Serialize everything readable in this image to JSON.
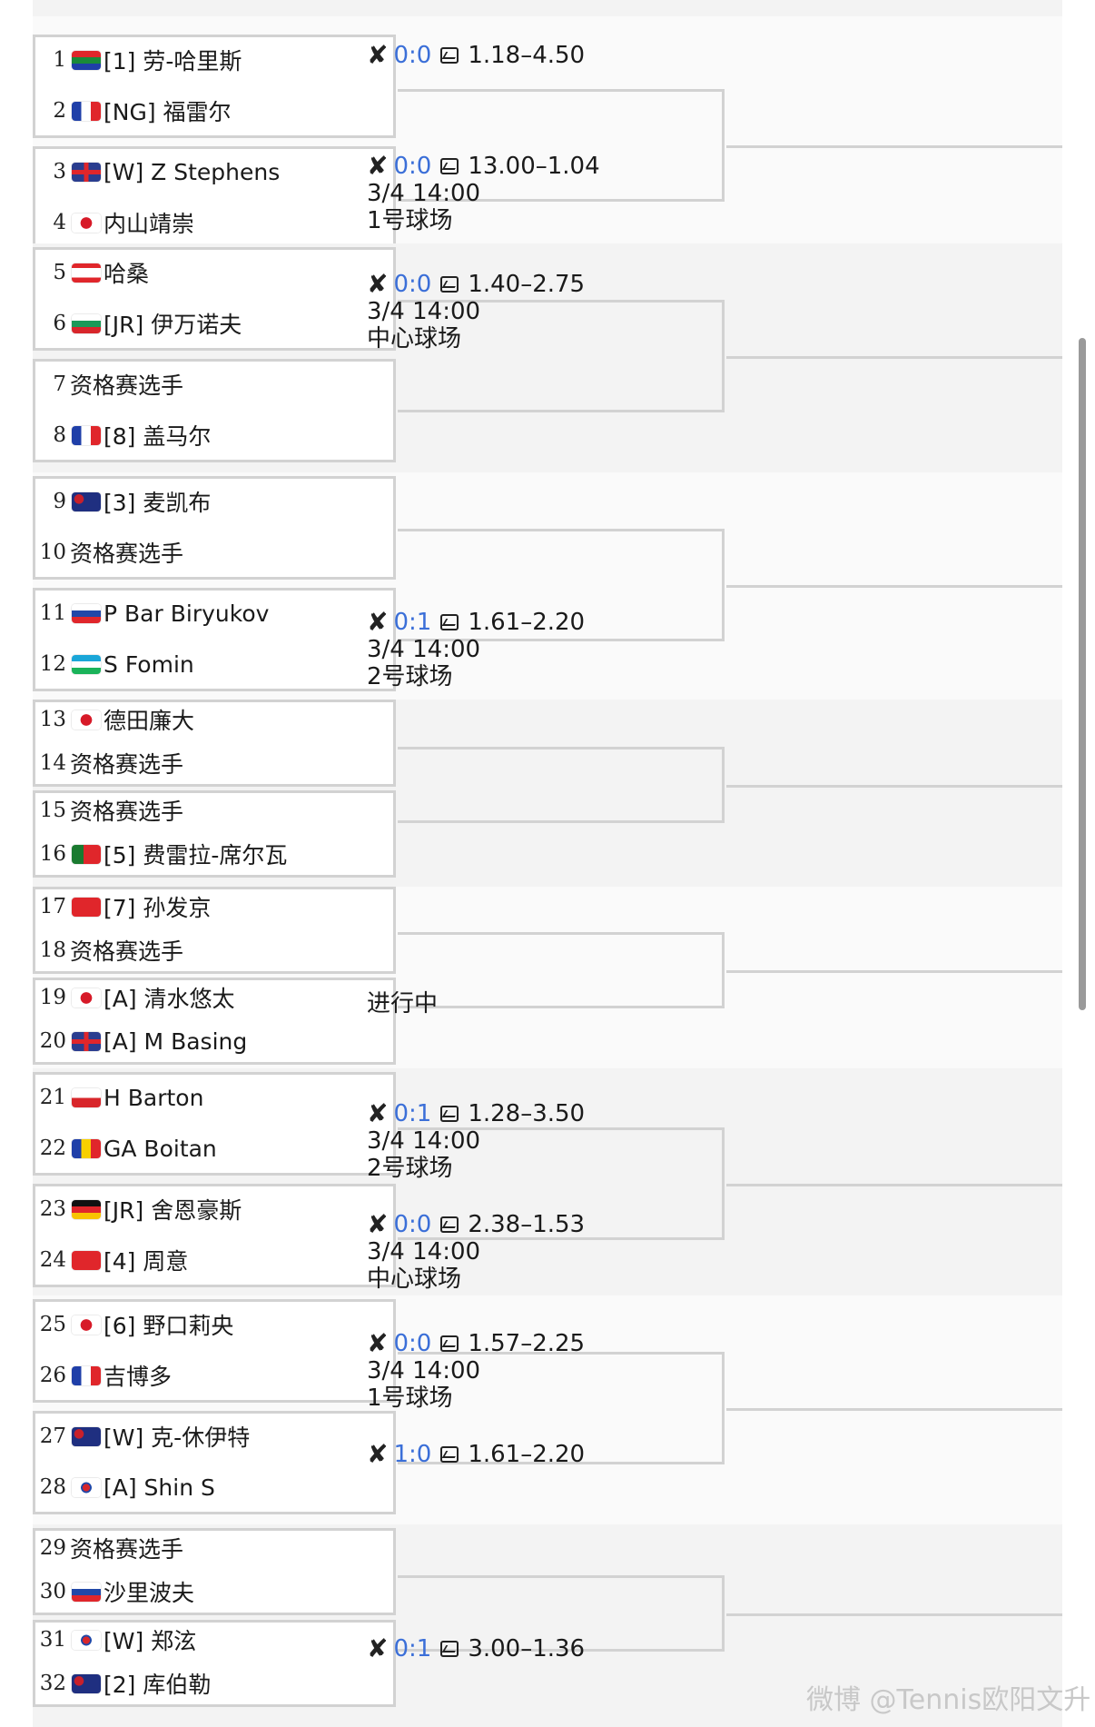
{
  "draw": {
    "matches": [
      {
        "p1": {
          "seed": "1",
          "name": "[1] 劳-哈里斯",
          "flag": "za"
        },
        "p2": {
          "seed": "2",
          "name": "[NG] 福雷尔",
          "flag": "fr"
        }
      },
      {
        "p1": {
          "seed": "3",
          "name": "[W] Z Stephens",
          "flag": "gb"
        },
        "p2": {
          "seed": "4",
          "name": " 内山靖崇",
          "flag": "jp"
        }
      },
      {
        "p1": {
          "seed": "5",
          "name": " 哈桑",
          "flag": "lb"
        },
        "p2": {
          "seed": "6",
          "name": "[JR] 伊万诺夫",
          "flag": "bg"
        }
      },
      {
        "p1": {
          "seed": "7",
          "name": "资格赛选手",
          "flag": ""
        },
        "p2": {
          "seed": "8",
          "name": "[8] 盖马尔",
          "flag": "fr"
        }
      },
      {
        "p1": {
          "seed": "9",
          "name": "[3] 麦凯布",
          "flag": "au"
        },
        "p2": {
          "seed": "10",
          "name": "资格赛选手",
          "flag": ""
        }
      },
      {
        "p1": {
          "seed": "11",
          "name": " P Bar Biryukov",
          "flag": "ru"
        },
        "p2": {
          "seed": "12",
          "name": " S Fomin",
          "flag": "uz"
        }
      },
      {
        "p1": {
          "seed": "13",
          "name": " 德田廉大",
          "flag": "jp"
        },
        "p2": {
          "seed": "14",
          "name": "资格赛选手",
          "flag": ""
        }
      },
      {
        "p1": {
          "seed": "15",
          "name": "资格赛选手",
          "flag": ""
        },
        "p2": {
          "seed": "16",
          "name": "[5] 费雷拉-席尔瓦",
          "flag": "pt"
        }
      },
      {
        "p1": {
          "seed": "17",
          "name": "[7] 孙发京",
          "flag": "cn"
        },
        "p2": {
          "seed": "18",
          "name": "资格赛选手",
          "flag": ""
        }
      },
      {
        "p1": {
          "seed": "19",
          "name": "[A] 清水悠太",
          "flag": "jp"
        },
        "p2": {
          "seed": "20",
          "name": "[A] M Basing",
          "flag": "gb"
        }
      },
      {
        "p1": {
          "seed": "21",
          "name": " H Barton",
          "flag": "cz"
        },
        "p2": {
          "seed": "22",
          "name": " GA Boitan",
          "flag": "ro"
        }
      },
      {
        "p1": {
          "seed": "23",
          "name": "[JR] 舍恩豪斯",
          "flag": "de"
        },
        "p2": {
          "seed": "24",
          "name": "[4] 周意",
          "flag": "cn"
        }
      },
      {
        "p1": {
          "seed": "25",
          "name": "[6] 野口莉央",
          "flag": "jp"
        },
        "p2": {
          "seed": "26",
          "name": " 吉博多",
          "flag": "fr"
        }
      },
      {
        "p1": {
          "seed": "27",
          "name": "[W] 克-休伊特",
          "flag": "au"
        },
        "p2": {
          "seed": "28",
          "name": "[A] Shin S",
          "flag": "kr"
        }
      },
      {
        "p1": {
          "seed": "29",
          "name": "资格赛选手",
          "flag": ""
        },
        "p2": {
          "seed": "30",
          "name": " 沙里波夫",
          "flag": "ru"
        }
      },
      {
        "p1": {
          "seed": "31",
          "name": "[W] 郑泫",
          "flag": "kr"
        },
        "p2": {
          "seed": "32",
          "name": "[2] 库伯勒",
          "flag": "au"
        }
      }
    ],
    "infos": [
      {
        "score": "0:0",
        "odds": "1.18–4.50",
        "date": "",
        "court": ""
      },
      {
        "score": "0:0",
        "odds": "13.00–1.04",
        "date": "3/4 14:00",
        "court": "1号球场"
      },
      {
        "score": "0:0",
        "odds": "1.40–2.75",
        "date": "3/4 14:00",
        "court": "中心球场"
      },
      {
        "score": "0:1",
        "odds": "1.61–2.20",
        "date": "3/4 14:00",
        "court": "2号球场"
      },
      {
        "status": "进行中"
      },
      {
        "score": "0:1",
        "odds": "1.28–3.50",
        "date": "3/4 14:00",
        "court": "2号球场"
      },
      {
        "score": "0:0",
        "odds": "2.38–1.53",
        "date": "3/4 14:00",
        "court": "中心球场"
      },
      {
        "score": "0:0",
        "odds": "1.57–2.25",
        "date": "3/4 14:00",
        "court": "1号球场"
      },
      {
        "score": "1:0",
        "odds": "1.61–2.20",
        "date": "",
        "court": ""
      },
      {
        "score": "0:1",
        "odds": "3.00–1.36",
        "date": "",
        "court": ""
      }
    ]
  },
  "icons": {
    "bolt": "✘",
    "chart": "chart-icon"
  },
  "colors": {
    "score": "#3b6fd8",
    "border": "#d2d2d2",
    "shade": "#f3f3f3"
  },
  "watermark": "微博 @Tennis欧阳文升"
}
